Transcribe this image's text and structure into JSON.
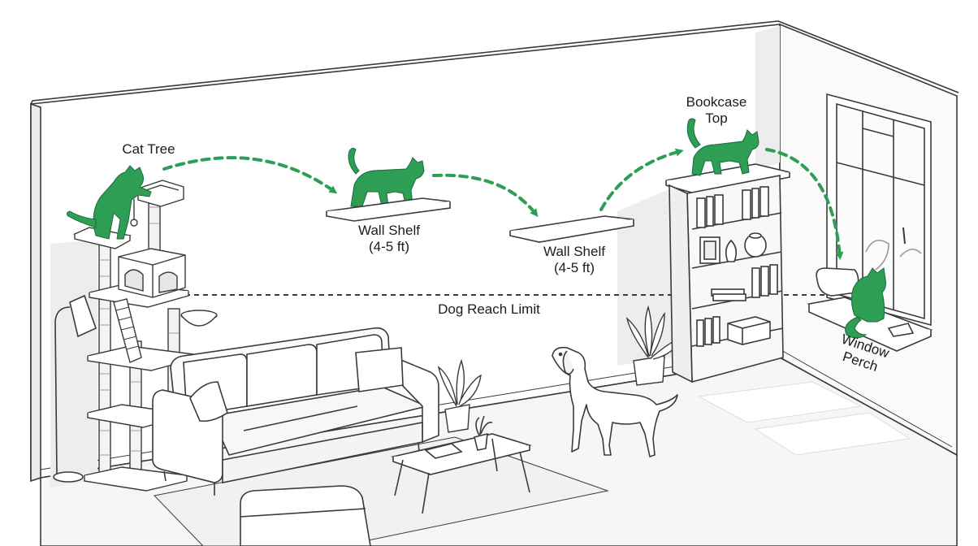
{
  "colors": {
    "cat_green": "#2e9e55",
    "arrow_green": "#2e9e55",
    "line": "#3a3a3a",
    "shade": "#e9e9e9",
    "floor": "#f4f4f4"
  },
  "labels": {
    "cat_tree": "Cat Tree",
    "wall_shelf_1": {
      "line1": "Wall Shelf",
      "line2": "(4-5 ft)"
    },
    "wall_shelf_2": {
      "line1": "Wall Shelf",
      "line2": "(4-5 ft)"
    },
    "bookcase_top": {
      "line1": "Bookcase",
      "line2": "Top"
    },
    "window_perch": {
      "line1": "Window",
      "line2": "Perch"
    },
    "dog_reach_limit": "Dog Reach Limit"
  },
  "icons": [
    "cat-icon",
    "dog-icon",
    "plant-icon",
    "lamp-icon",
    "book-icon"
  ]
}
